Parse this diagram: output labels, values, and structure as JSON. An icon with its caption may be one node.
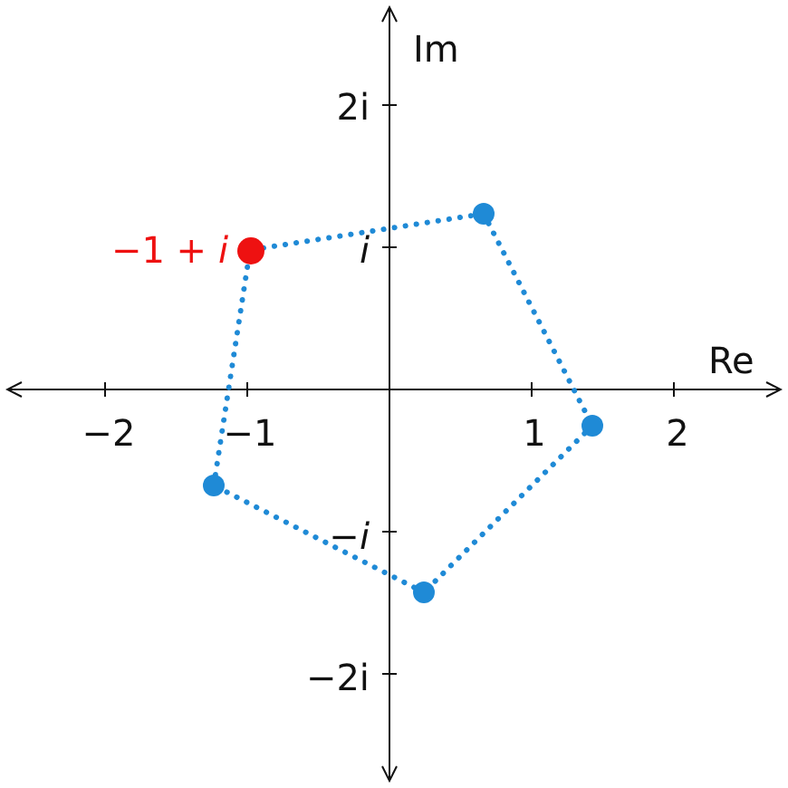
{
  "diagram": {
    "nodes": [
      {
        "text": [],
        "shape": "circle"
      },
      {
        "text": [],
        "shape": "circle",
        "beside": [
          "−1 + *i*"
        ]
      },
      {
        "text": [],
        "shape": "circle"
      },
      {
        "text": [],
        "shape": "circle"
      },
      {
        "text": [],
        "shape": "circle"
      }
    ],
    "edges": [
      {
        "from": 1,
        "to": 0,
        "arrow": "none",
        "style": "dashed"
      },
      {
        "from": 0,
        "to": 2,
        "arrow": "none",
        "style": "dashed"
      },
      {
        "from": 2,
        "to": 4,
        "arrow": "none",
        "style": "dashed"
      },
      {
        "from": 4,
        "to": 3,
        "arrow": "none",
        "style": "dashed"
      },
      {
        "from": 3,
        "to": 1,
        "arrow": "none",
        "style": "dashed"
      }
    ],
    "labels": [
      "Im",
      "2i",
      "*i*",
      "Re",
      "−2",
      "−1",
      "1",
      "2",
      "−*i*",
      "−2i"
    ]
  }
}
